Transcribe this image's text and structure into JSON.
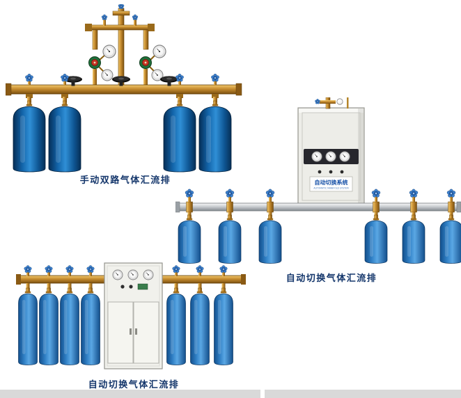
{
  "page": {
    "background": "#ffffff",
    "footer_bar_color": "#d9d9d9"
  },
  "products": [
    {
      "name": "manual-dual-gas-manifold",
      "caption": "手动双路气体汇流排",
      "cylinder_count": 4
    },
    {
      "name": "auto-switch-gas-manifold-wall-cabinet",
      "caption": "自动切换气体汇流排",
      "cylinder_count": 6,
      "cabinet_label": "自动切换系统",
      "cabinet_label_sub": "AUTOMATIC MANIFOLD SYSTEM"
    },
    {
      "name": "auto-switch-gas-manifold-floor-cabinet",
      "caption": "自动切换气体汇流排",
      "cylinder_count": 7
    }
  ],
  "colors": {
    "cylinder_dark_blue": "#1263a8",
    "cylinder_mid_blue": "#2f7fc4",
    "brass": "#c68c2f",
    "manifold_silver": "#c9cdd1",
    "handle_blue": "#3c80cf",
    "caption_text": "#14366b",
    "cabinet_body": "#edede8"
  }
}
